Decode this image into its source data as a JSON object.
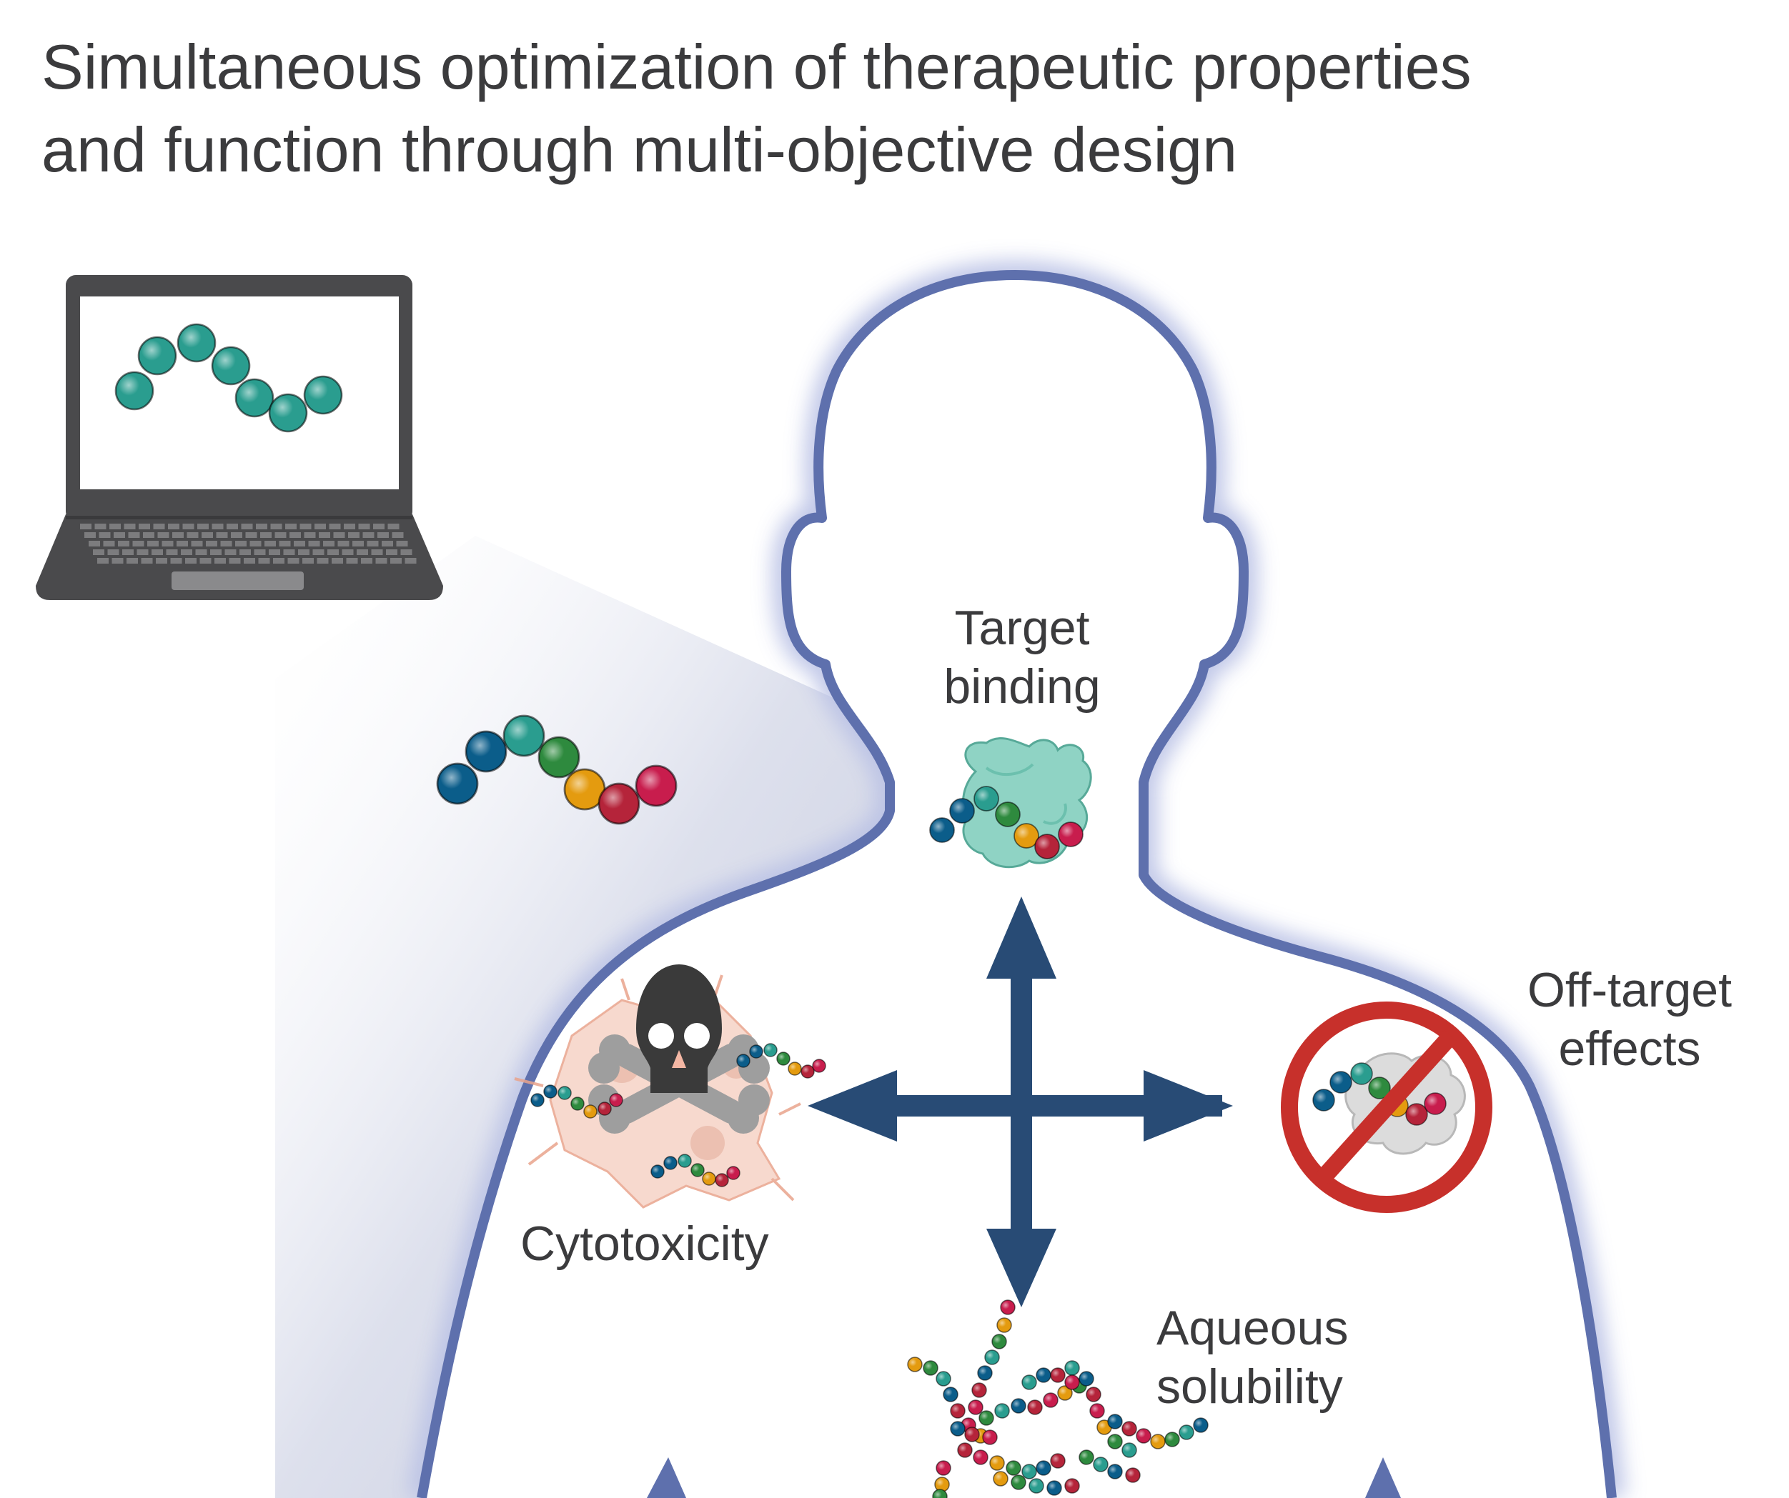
{
  "title": {
    "line1": "Simultaneous optimization of therapeutic properties",
    "line2": "and function through multi-objective design"
  },
  "labels": {
    "target_binding": [
      "Target",
      "binding"
    ],
    "off_target": [
      "Off-target",
      "effects"
    ],
    "cytotoxicity": [
      "Cytotoxicity"
    ],
    "solubility": [
      "Aqueous",
      "solubility"
    ]
  },
  "colors": {
    "body_outline": "#5e70ad",
    "arrow": "#284b75",
    "teal": "#2a9d8f",
    "blue": "#0b5d8a",
    "green": "#2e8a3e",
    "orange": "#e49b0f",
    "red": "#b5243a",
    "crimson": "#c81d4d",
    "prohibit": "#c7302b",
    "skull": "#3a3a3a",
    "laptop": "#4a4a4c"
  },
  "icons": [
    "laptop-icon",
    "skull-crossbones-icon",
    "prohibited-icon",
    "peptide-chain-icon",
    "protein-target-icon",
    "cells-icon",
    "four-way-arrow-icon",
    "human-silhouette-icon"
  ]
}
